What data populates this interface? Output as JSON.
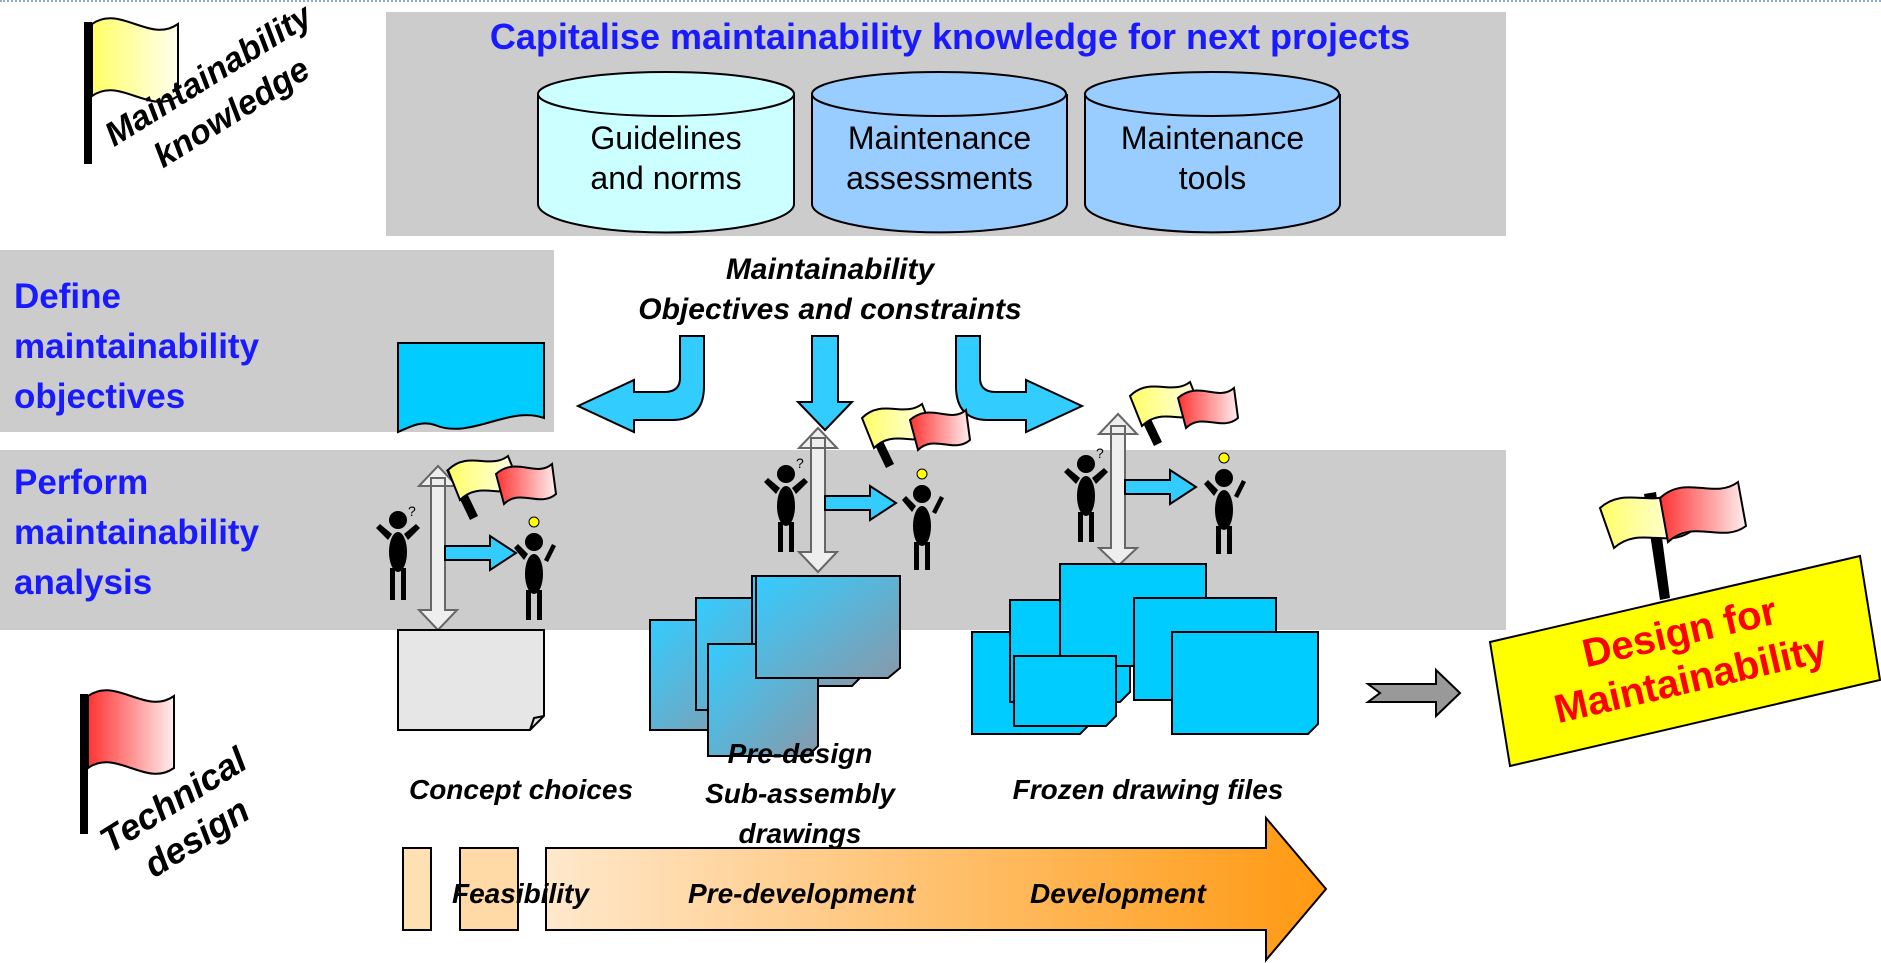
{
  "knowledge_section": {
    "title": "Capitalise maintainability knowledge for next projects",
    "databases": [
      {
        "label": "Guidelines and norms",
        "line1": "Guidelines",
        "line2": "and norms",
        "fill": "#ccffff"
      },
      {
        "label": "Maintenance assessments",
        "line1": "Maintenance",
        "line2": "assessments",
        "fill": "#99ccff"
      },
      {
        "label": "Maintenance tools",
        "line1": "Maintenance",
        "line2": "tools",
        "fill": "#99ccff"
      }
    ]
  },
  "flags": {
    "maintainability": {
      "line1": "Maintainability",
      "line2": "knowledge"
    },
    "technical": {
      "line1": "Technical",
      "line2": "design"
    }
  },
  "bands": {
    "define": {
      "line1": "Define",
      "line2": "maintainability",
      "line3": "objectives"
    },
    "perform": {
      "line1": "Perform",
      "line2": "maintainability",
      "line3": "analysis"
    }
  },
  "objectives": {
    "line1": "Maintainability",
    "line2": "Objectives and constraints"
  },
  "deliverables": {
    "concept": "Concept choices",
    "predesign": {
      "line1": "Pre-design",
      "line2": "Sub-assembly",
      "line3": "drawings"
    },
    "frozen": "Frozen drawing files"
  },
  "phases": {
    "feasibility": "Feasibility",
    "predevelopment": "Pre-development",
    "development": "Development"
  },
  "result": {
    "line1": "Design for",
    "line2": "Maintainability"
  },
  "colors": {
    "blue_text": "#1a1aff",
    "band_gray": "#cccccc",
    "doc_cyan": "#00ccff",
    "result_yellow": "#ffff00",
    "result_text": "#ff0000",
    "phase_orange": "#ff9933"
  }
}
